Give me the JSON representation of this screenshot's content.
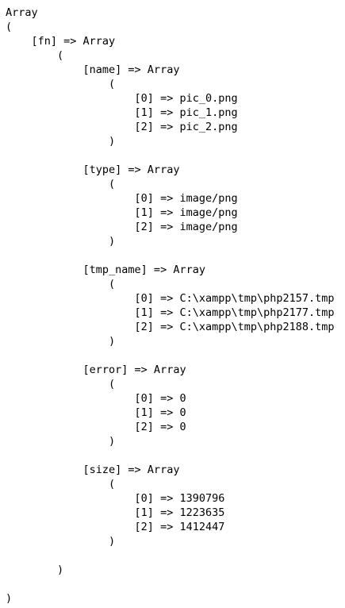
{
  "dump": {
    "lines": [
      "Array",
      "(",
      "    [fn] => Array",
      "        (",
      "            [name] => Array",
      "                (",
      "                    [0] => pic_0.png",
      "                    [1] => pic_1.png",
      "                    [2] => pic_2.png",
      "                )",
      "",
      "            [type] => Array",
      "                (",
      "                    [0] => image/png",
      "                    [1] => image/png",
      "                    [2] => image/png",
      "                )",
      "",
      "            [tmp_name] => Array",
      "                (",
      "                    [0] => C:\\xampp\\tmp\\php2157.tmp",
      "                    [1] => C:\\xampp\\tmp\\php2177.tmp",
      "                    [2] => C:\\xampp\\tmp\\php2188.tmp",
      "                )",
      "",
      "            [error] => Array",
      "                (",
      "                    [0] => 0",
      "                    [1] => 0",
      "                    [2] => 0",
      "                )",
      "",
      "            [size] => Array",
      "                (",
      "                    [0] => 1390796",
      "                    [1] => 1223635",
      "                    [2] => 1412447",
      "                )",
      "",
      "        )",
      "",
      ")"
    ]
  }
}
